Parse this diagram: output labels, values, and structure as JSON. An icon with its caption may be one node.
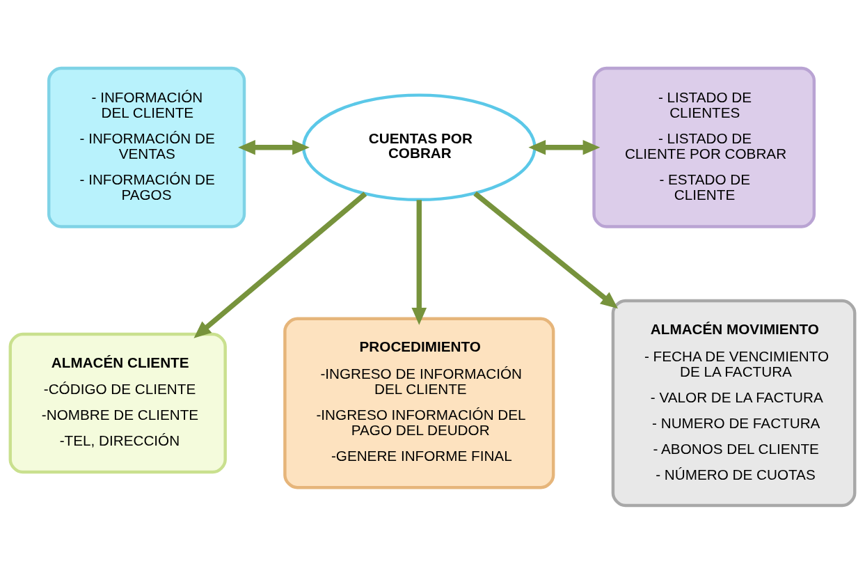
{
  "diagram": {
    "nodes": [
      {
        "text": [
          "CUENTAS POR COBRAR"
        ]
      },
      {
        "text": [
          "- INFORMACIÓN DEL CLIENTE",
          "- INFORMACIÓN DE VENTAS",
          "- INFORMACIÓN DE PAGOS"
        ]
      },
      {
        "text": [
          "- LISTADO DE CLIENTES",
          "- LISTADO DE CLIENTE POR COBRAR",
          "- ESTADO DE CLIENTE"
        ]
      },
      {
        "text": [
          "ALMACÉN CLIENTE",
          "-CÓDIGO DE CLIENTE",
          "-NOMBRE DE CLIENTE",
          "-TEL, DIRECCIÓN"
        ]
      },
      {
        "text": [
          "PROCEDIMIENTO",
          "-INGRESO DE INFORMACIÓN DEL CLIENTE",
          "-INGRESO INFORMACIÓN DEL PAGO DEL DEUDOR",
          "-GENERE INFORME FINAL"
        ]
      },
      {
        "text": [
          "ALMACÉN MOVIMIENTO",
          "- FECHA DE VENCIMIENTO DE LA FACTURA",
          "- VALOR DE LA FACTURA",
          "- NUMERO DE FACTURA",
          "- ABONOS DEL CLIENTE",
          "- NÚMERO DE CUOTAS"
        ]
      }
    ],
    "edges": [
      {
        "from": 0,
        "to": 1,
        "arrow": "both"
      },
      {
        "from": 0,
        "to": 2,
        "arrow": "both"
      },
      {
        "from": 0,
        "to": 3,
        "arrow": "to"
      },
      {
        "from": 0,
        "to": 4,
        "arrow": "to"
      },
      {
        "from": 0,
        "to": 5,
        "arrow": "to"
      }
    ]
  }
}
